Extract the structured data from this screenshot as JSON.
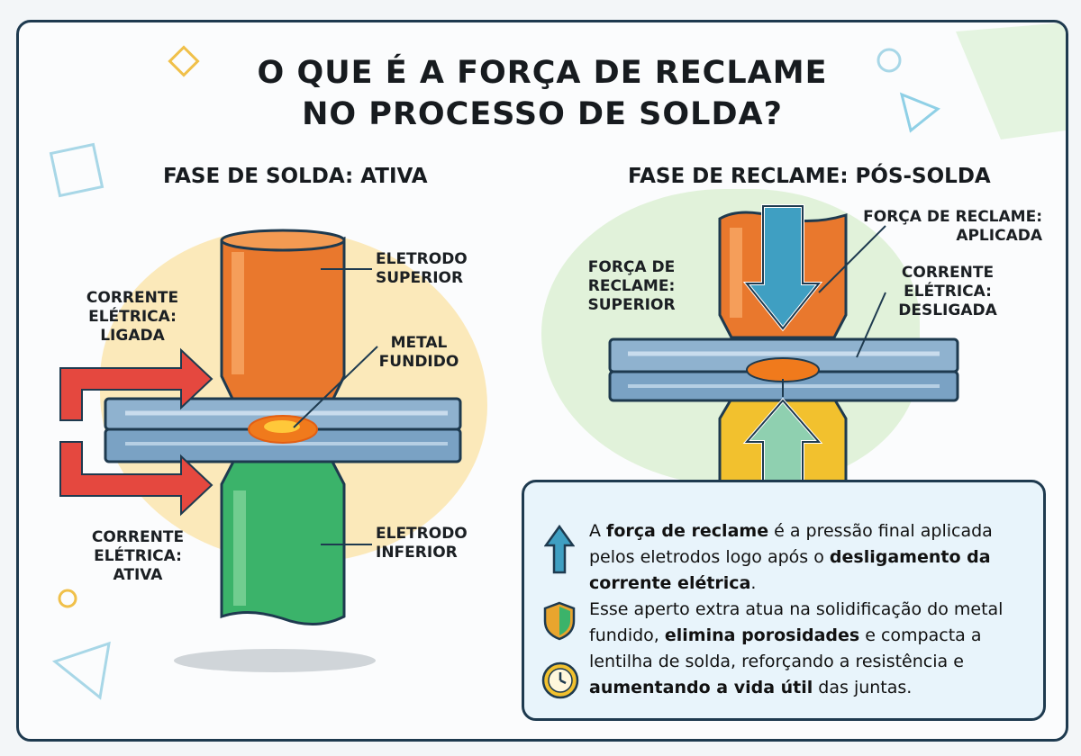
{
  "title": {
    "line1": "O QUE É A FORÇA DE RECLAME",
    "line2": "NO PROCESSO DE SOLDA?"
  },
  "left_panel": {
    "heading": "FASE DE SOLDA: ATIVA",
    "labels": {
      "top_electrode": [
        "ELETRODO",
        "SUPERIOR"
      ],
      "current_on": [
        "CORRENTE",
        "ELÉTRICA:",
        "LIGADA"
      ],
      "molten_metal": [
        "METAL",
        "FUNDIDO"
      ],
      "current_active": [
        "CORRENTE",
        "ELÉTRICA:",
        "ATIVA"
      ],
      "bottom_electrode": [
        "ELETRODO",
        "INFERIOR"
      ]
    }
  },
  "right_panel": {
    "heading": "FASE DE RECLAME: PÓS-SOLDA",
    "labels": {
      "force_applied": [
        "FORÇA DE RECLAME:",
        "APLICADA"
      ],
      "force_upper": [
        "FORÇA DE",
        "RECLAME:",
        "SUPERIOR"
      ],
      "current_off": [
        "CORRENTE",
        "ELÉTRICA:",
        "DESLIGADA"
      ]
    }
  },
  "info_box": {
    "p1": {
      "a": "A ",
      "b": "força de reclame",
      "c": " é a pressão final aplicada pelos eletrodos logo após o ",
      "d": "desligamento da corrente elétrica",
      "e": "."
    },
    "p2": {
      "a": "Esse aperto extra atua na solidificação do metal fundido, ",
      "b": "elimina porosidades",
      "c": " e compacta a lentilha de solda, reforçando a resistência e ",
      "d": "aumentando a vida útil",
      "e": " das juntas."
    },
    "icons": [
      "up-arrow-icon",
      "shield-icon",
      "clock-icon"
    ]
  },
  "colors": {
    "orange_electrode": "#e9782d",
    "green_electrode": "#3bb36a",
    "yellow_electrode": "#f2c12e",
    "plate_blue": "#8fb2cf",
    "arrow_red": "#e5483f",
    "arrow_teal": "#3f9fc2",
    "outline": "#1e3a4f"
  }
}
